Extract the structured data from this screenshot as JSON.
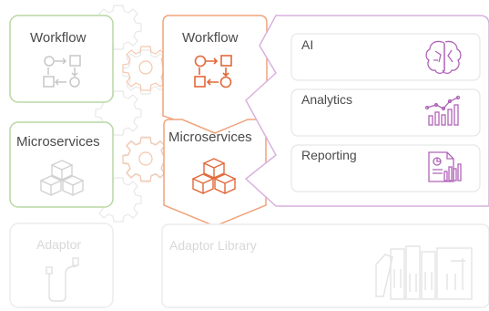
{
  "left_column": {
    "workflow_label": "Workflow",
    "microservices_label": "Microservices",
    "adaptor_label": "Adaptor"
  },
  "middle_column": {
    "workflow_label": "Workflow",
    "microservices_label": "Microservices",
    "adaptor_library_label": "Adaptor Library"
  },
  "right_panel": {
    "items": [
      {
        "label": "AI",
        "icon": "brain-icon"
      },
      {
        "label": "Analytics",
        "icon": "analytics-chart-icon"
      },
      {
        "label": "Reporting",
        "icon": "report-document-icon"
      }
    ]
  },
  "colors": {
    "green": "#b9d7a3",
    "orange": "#f0a47c",
    "orange_icon": "#e2683a",
    "purple": "#d9b1de",
    "purple_icon": "#b064b8",
    "gray": "#ebebeb",
    "gray_icon": "#d4d4d4"
  }
}
